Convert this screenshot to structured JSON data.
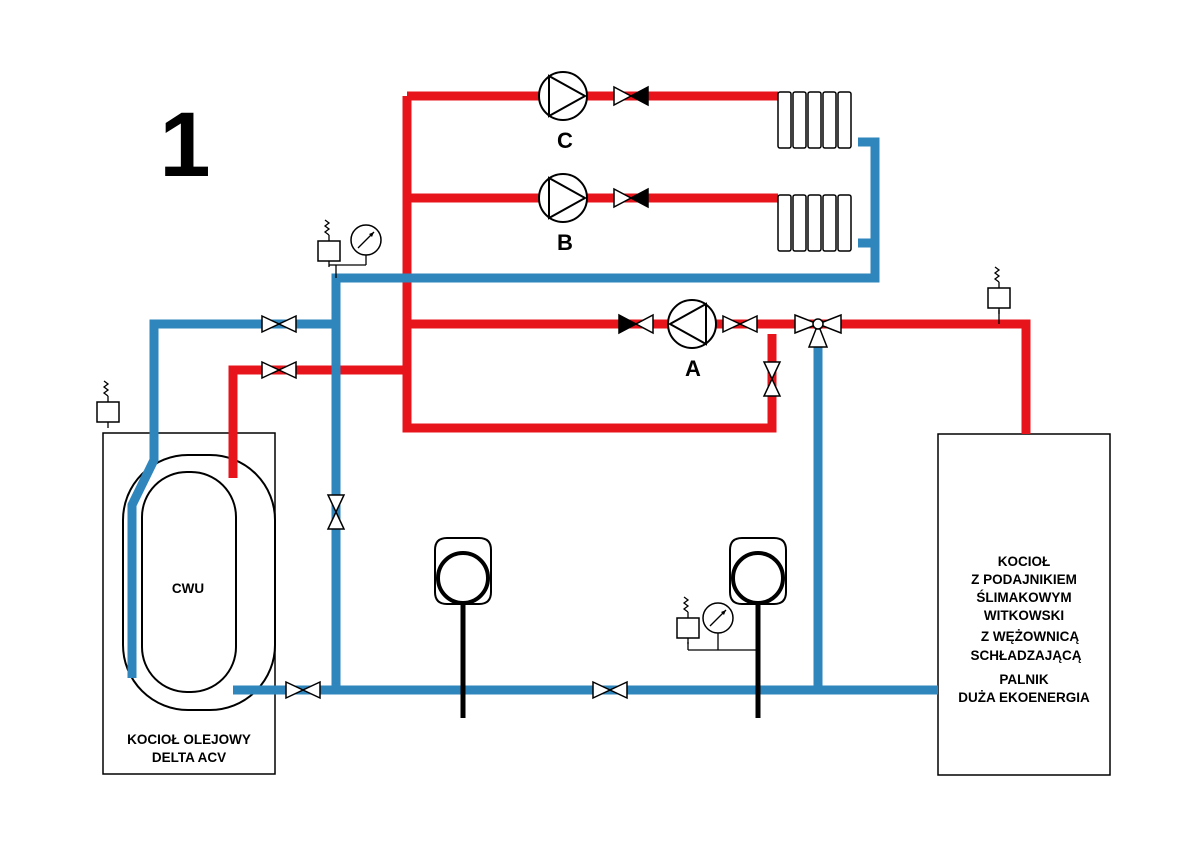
{
  "diagram_number": "1",
  "colors": {
    "supply_pipe": "#e8141c",
    "return_pipe": "#2f86bd",
    "outline": "#000000",
    "background": "#ffffff"
  },
  "pumps": [
    {
      "id": "A",
      "label": "A"
    },
    {
      "id": "B",
      "label": "B"
    },
    {
      "id": "C",
      "label": "C"
    }
  ],
  "dhw_tank": {
    "tank_label": "CWU",
    "boiler_label_lines": [
      "KOCIOŁ OLEJOWY",
      "DELTA ACV"
    ]
  },
  "solid_fuel_boiler": {
    "label_lines": [
      "KOCIOŁ",
      "Z PODAJNIKIEM",
      "ŚLIMAKOWYM",
      "WITKOWSKI",
      "Z WĘŻOWNICĄ",
      "SCHŁADZAJĄCĄ",
      "PALNIK",
      "DUŻA EKOENERGIA"
    ]
  },
  "icons": [
    "safety-valve-icon",
    "pressure-gauge-icon",
    "gate-valve-icon",
    "check-valve-icon",
    "three-way-valve-icon",
    "expansion-vessel-icon",
    "radiator-icon",
    "circulation-pump-icon"
  ]
}
